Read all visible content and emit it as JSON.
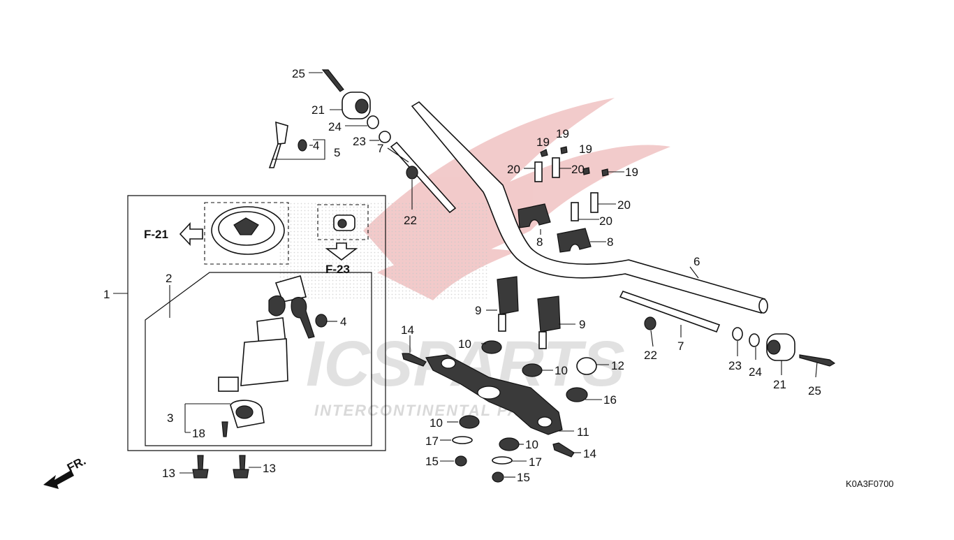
{
  "diagram": {
    "code": "K0A3F0700",
    "ref_left": "F-21",
    "ref_down": "F-23",
    "front_marker": "FR.",
    "watermark": {
      "brand": "ICSPARTS",
      "tagline": "INTERCONTINENTAL PARTS"
    },
    "callouts": {
      "c1": "1",
      "c2": "2",
      "c3": "3",
      "c4a": "4",
      "c4b": "4",
      "c5": "5",
      "c6": "6",
      "c7a": "7",
      "c7b": "7",
      "c8a": "8",
      "c8b": "8",
      "c9a": "9",
      "c9b": "9",
      "c10a": "10",
      "c10b": "10",
      "c10c": "10",
      "c10d": "10",
      "c11": "11",
      "c12": "12",
      "c13a": "13",
      "c13b": "13",
      "c14a": "14",
      "c14b": "14",
      "c15a": "15",
      "c15b": "15",
      "c16": "16",
      "c17a": "17",
      "c17b": "17",
      "c18": "18",
      "c19a": "19",
      "c19b": "19",
      "c19c": "19",
      "c19d": "19",
      "c20a": "20",
      "c20b": "20",
      "c20c": "20",
      "c20d": "20",
      "c21a": "21",
      "c21b": "21",
      "c22a": "22",
      "c22b": "22",
      "c23a": "23",
      "c23b": "23",
      "c24a": "24",
      "c24b": "24",
      "c25a": "25",
      "c25b": "25"
    }
  },
  "colors": {
    "line": "#111111",
    "watermark_red": "#e8a0a0",
    "watermark_grey": "#c9c9c9"
  }
}
